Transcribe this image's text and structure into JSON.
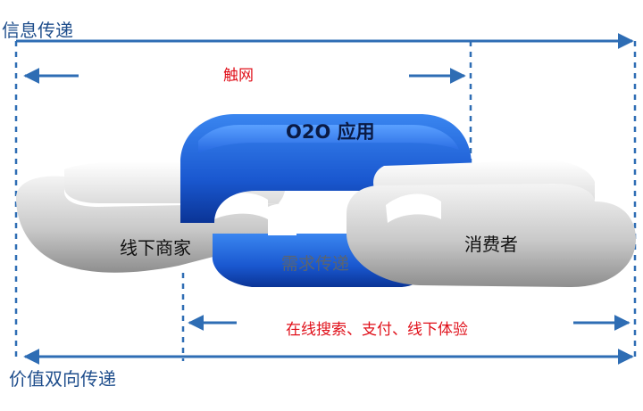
{
  "labels": {
    "info_transfer": "信息传递",
    "touch_net": "触网",
    "o2o_app": "O2O 应用",
    "offline_merchant": "线下商家",
    "consumer": "消费者",
    "demand_transfer": "需求传递",
    "online_search": "在线搜索、支付、线下体验",
    "value_transfer": "价值双向传递"
  },
  "colors": {
    "arrow": "#2e6db4",
    "red_text": "#e0101a",
    "o2o_link": "#1d5fd6",
    "grey_link": "#c8c8c8"
  }
}
